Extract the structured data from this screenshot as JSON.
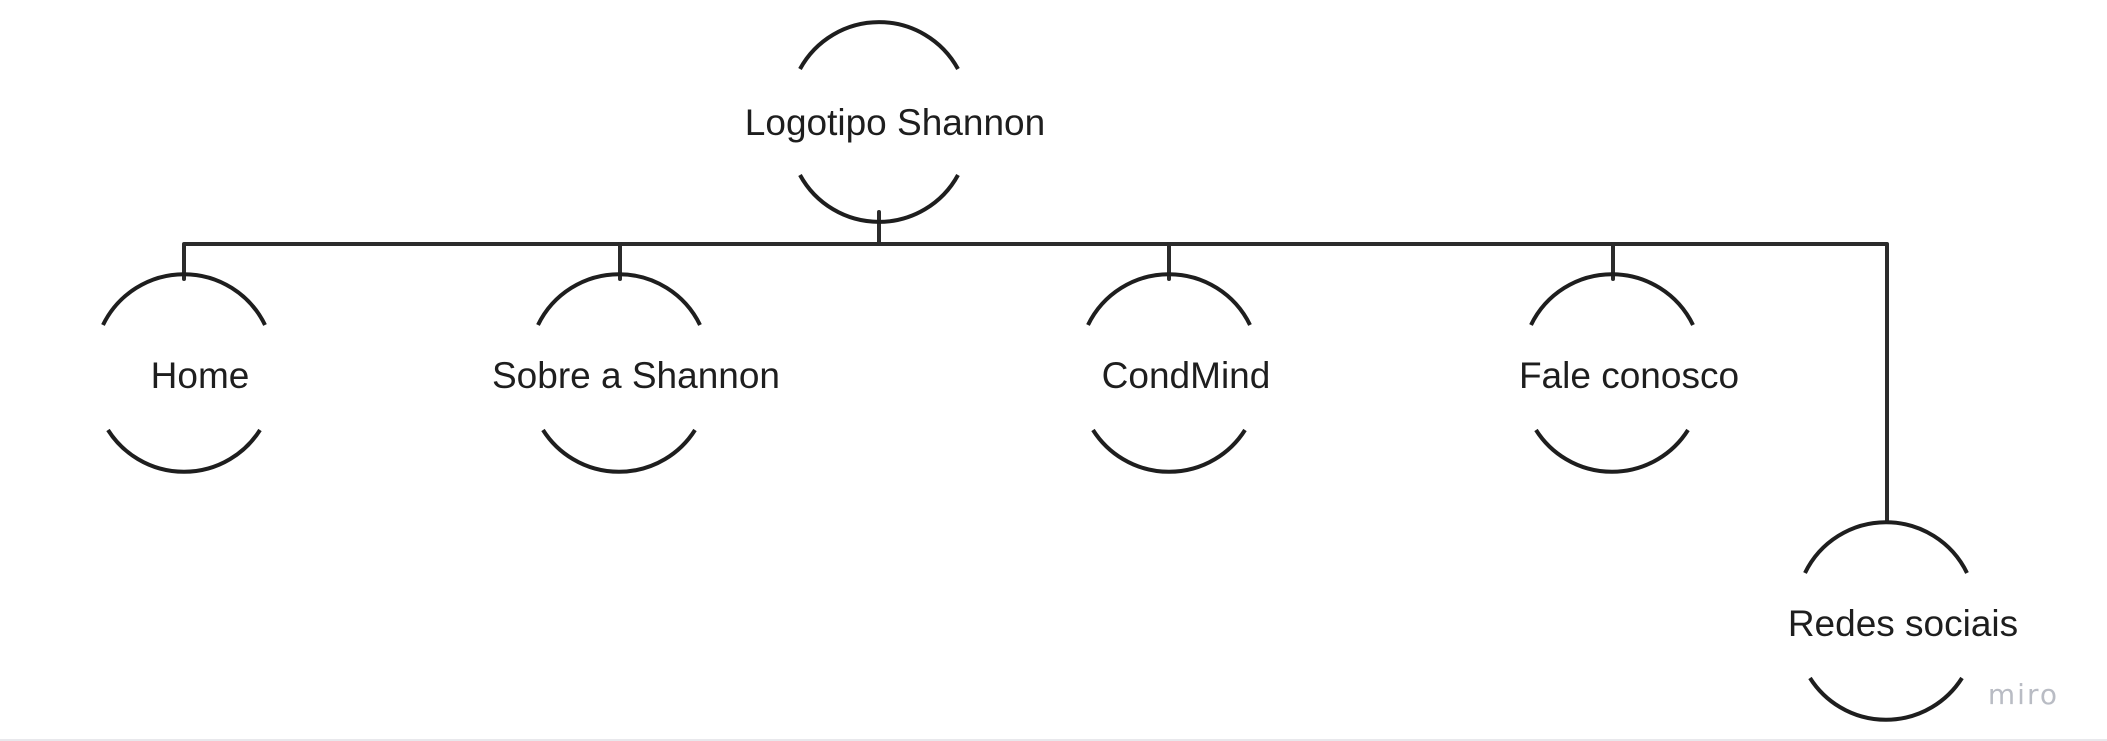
{
  "diagram": {
    "root": {
      "label": "Logotipo Shannon"
    },
    "children": [
      {
        "label": "Home"
      },
      {
        "label": "Sobre a Shannon"
      },
      {
        "label": "CondMind"
      },
      {
        "label": "Fale conosco"
      },
      {
        "label": "Redes sociais"
      }
    ]
  },
  "watermark": {
    "text": "miro"
  },
  "colors": {
    "stroke": "#1e1e1e",
    "text": "#1e1e1e",
    "watermark": "#b9bcc4",
    "background": "#ffffff"
  }
}
